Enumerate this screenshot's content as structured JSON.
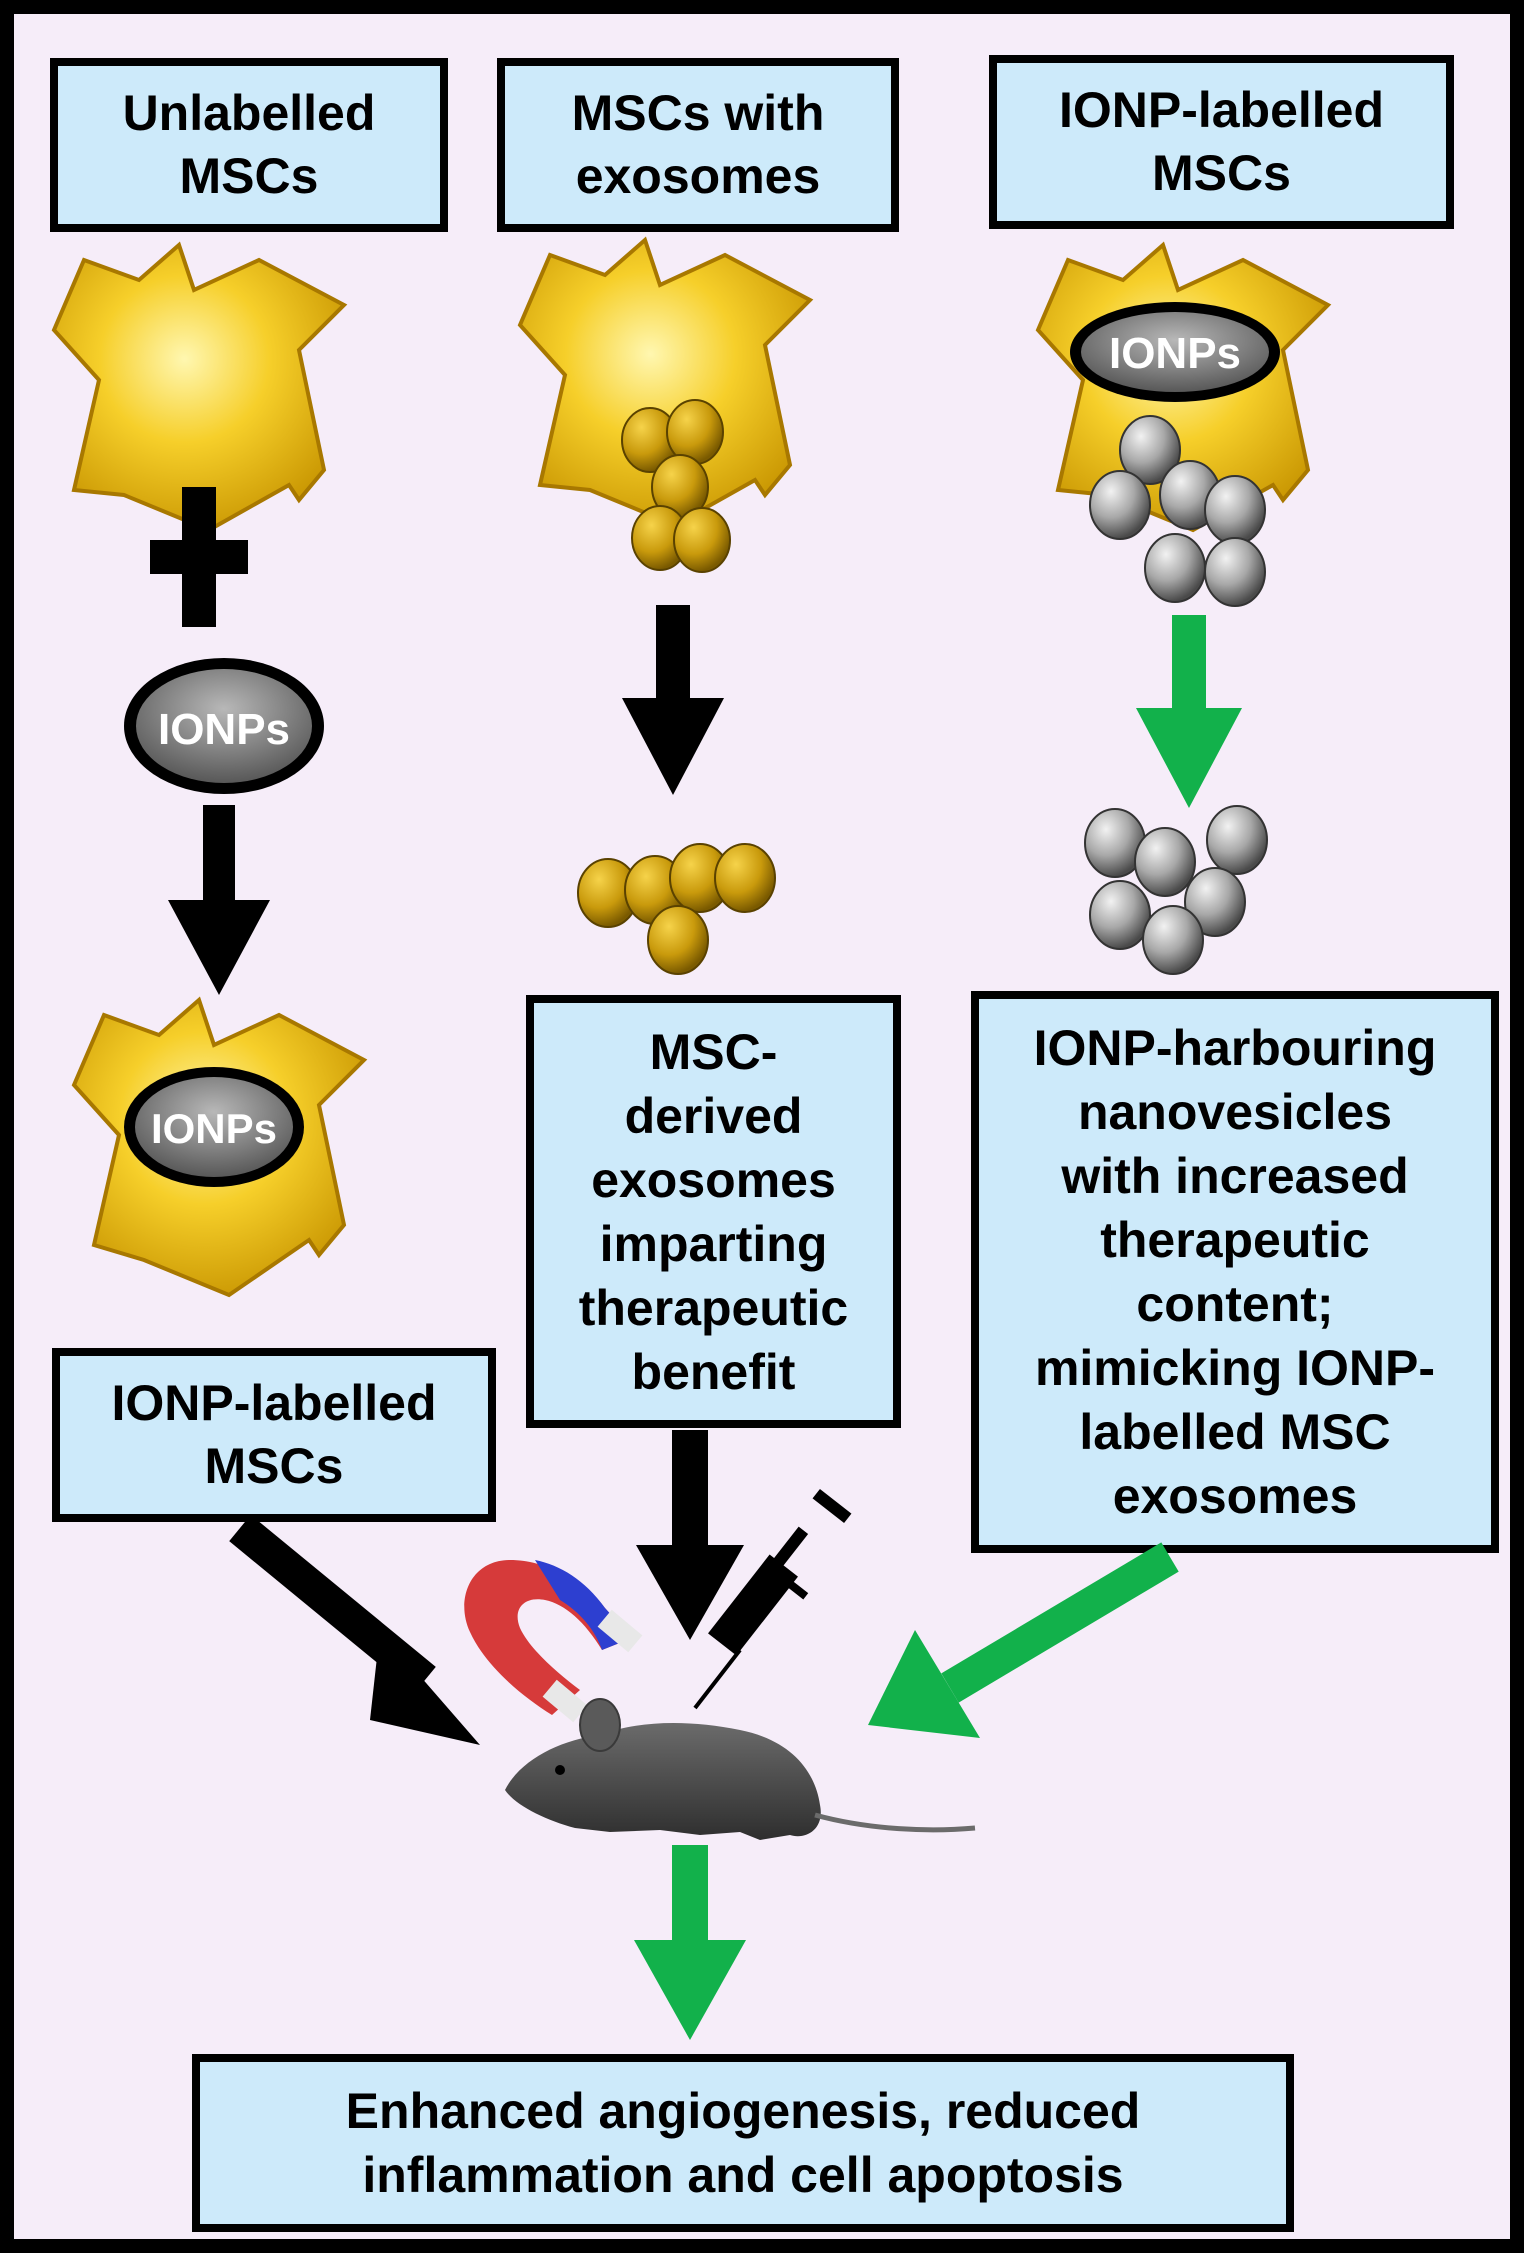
{
  "columns": [
    {
      "title": "Unlabelled\nMSCs"
    },
    {
      "title": "MSCs with\nexosomes"
    },
    {
      "title": "IONP-labelled\nMSCs"
    }
  ],
  "ionp_label": "IONPs",
  "left_result": "IONP-labelled\nMSCs",
  "middle_result": "MSC-\nderived\nexosomes\nimparting\ntherapeutic\nbenefit",
  "right_result": "IONP-harbouring\nnanovesicles\nwith increased\ntherapeutic\ncontent;\nmimicking IONP-\nlabelled MSC\nexosomes",
  "outcome": "Enhanced angiogenesis, reduced\ninflammation and cell apoptosis",
  "colors": {
    "background": "#f6edf9",
    "box_fill": "#cdeafa",
    "black_arrow": "#000000",
    "green_arrow": "#12b14b",
    "cell_yellow": "#f4c21c",
    "exosome_gold": "#c99a0c",
    "nanovesicle_grey": "#9a9a9a"
  },
  "icons": [
    "cell-icon",
    "plus-icon",
    "ionp-ellipse-icon",
    "exosome-cluster-icon",
    "nanovesicle-cluster-icon",
    "magnet-icon",
    "syringe-icon",
    "mouse-icon"
  ]
}
